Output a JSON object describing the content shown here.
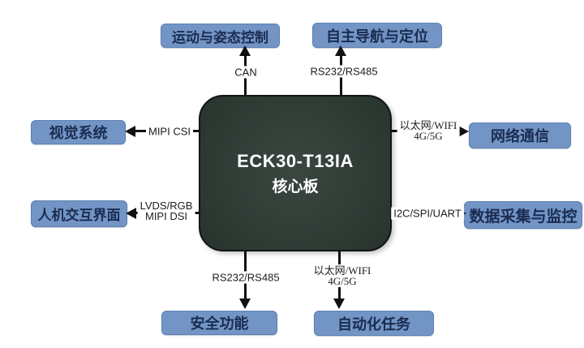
{
  "core_board": {
    "model": "ECK30-T13IA",
    "name": "核心板"
  },
  "peripherals": {
    "motion": {
      "label": "运动与姿态控制",
      "interface": "CAN"
    },
    "navigation": {
      "label": "自主导航与定位",
      "interface": "RS232/RS485"
    },
    "vision": {
      "label": "视觉系统",
      "interface": "MIPI CSI"
    },
    "hmi": {
      "label": "人机交互界面",
      "interface_line1": "LVDS/RGB",
      "interface_line2": "MIPI DSI"
    },
    "network": {
      "label": "网络通信",
      "interface_line1": "以太网/WIFI",
      "interface_line2": "4G/5G"
    },
    "daq": {
      "label": "数据采集与监控",
      "interface": "I2C/SPI/UART"
    },
    "safety": {
      "label": "安全功能",
      "interface": "RS232/RS485"
    },
    "automation": {
      "label": "自动化任务",
      "interface_line1": "以太网/WIFI",
      "interface_line2": "4G/5G"
    }
  },
  "colors": {
    "background": "#ffffff",
    "node-fill": "#7295c6",
    "node-border": "#5d80b2",
    "node-text": "#1a2c50",
    "core-fill": "#2f3b35",
    "core-border": "#121512",
    "core-text": "#ffffff",
    "arrow": "#111111",
    "label-text": "#1c1c1c"
  }
}
